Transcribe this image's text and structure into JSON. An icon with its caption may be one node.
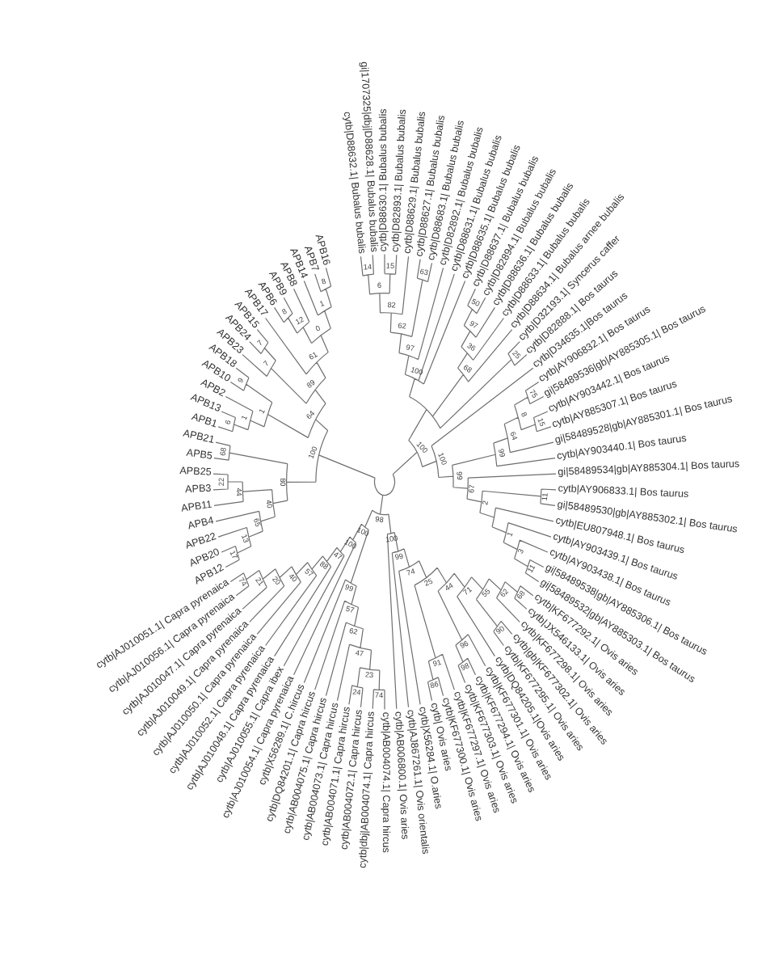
{
  "diagram": {
    "labels": [
      "APB25",
      "APB5",
      "APB21",
      "APB1",
      "APB13",
      "APB2",
      "APB10",
      "APB18",
      "APB23",
      "APB24",
      "APB15",
      "APB17",
      "APB6",
      "APB9",
      "APB8",
      "APB14",
      "APB7",
      "APB16",
      "cytb|D88632.1| Bubalus bubalis",
      "gi|1707325|dbj|D88628.1| Bubalus bubalis",
      "cytb|D88630.1| Bubalus bubalis",
      "cytb|D82893.1| Bubalus bubalis",
      "cytb|D88629.1| Bubalus bubalis",
      "cytb|D88627.1| Bubalus bubalis",
      "cytb|D88683.1| Bubalus bubalis",
      "cytb|D82892.1| Bubalus bubalis",
      "cytb|D88631.1| Bubalus bubalis",
      "cytb|D88635.1| Bubalus bubalis",
      "cytb|D88637.1| Bubalus bubalis",
      "cytb|D82894.1| Bubalus bubalis",
      "cytb|D88636.1| Bubalus bubalis",
      "cytb|D88633.1| Bubalus bubalis",
      "cytb|D88634.1| Bubalus arnee bubalis",
      "cytb|D32193.1| Syncerus caffer",
      "cytb|D82888.1| Bos taurus",
      "cytb|D34635.1|Bos taurus",
      "cytb|AY906832.1| Bos taurus",
      "gi|58489536|gb|AY885305.1| Bos taurus",
      "cytb|AY903442.1| Bos taurus",
      "cytb|AY885307.1| Bos taurus",
      "gi|58489528|gb|AY885301.1| Bos taurus",
      "cytb|AY903440.1| Bos taurus",
      "gi|58489534|gb|AY885304.1| Bos taurus",
      "APB3",
      "APB11",
      "APB4",
      "APB22",
      "APB20",
      "APB12",
      "cytb|AJ010051.1| Capra pyrenaica",
      "cytb|AJ010056.1| Capra pyrenaica",
      "cytb|AJ010047.1| Capra pyrenaica",
      "cytb|AJ010049.1| Capra pyrenaica",
      "cytb|AJ010050.1| Capra pyrenaica",
      "cytb|AJ010052.1| Capra pyrenaica",
      "cytb|AJ010048.1| Capra pyrenaica",
      "cytb|AJ010055.1| Capra ibex",
      "cytb|AJ010054.1| Capra pyrenaica",
      "cytb|X56289.1| C.hircus",
      "cytb|DQ84201.1| Capra hircus",
      "cytb|AB004075.1| Capra hircus",
      "cytb|AB004073.1| Capra hircus",
      "cytb|AB004071.1| Capra hircus",
      "cytb|AB004072.1| Capra hircus",
      "cytb|dbj|AB004074.1| Capra hircus",
      "cytb|AB004074.1| Capra hircus",
      "cytb|AB006800.1| Ovis aries",
      "cytb|AJ867261.1| Ovis orientalis",
      "cytb|X56284.1| O.aries",
      "cytb| Ovis aries",
      "cytb|KF677300.1| Ovis aries",
      "cytb|KF677297.1| Ovis aries",
      "cytb|KF677303.1| Ovis aries",
      "cytb|KF677294.1| Ovis aries",
      "cytb|KF677301.1| Ovis aries",
      "cytb|DQ84205.1|Ovis aries",
      "cytb|KF677295.1| Ovis aries",
      "cytb|gb|KF677302.1| Ovis aries",
      "cytb|KF677298.1| Ovis aries",
      "cytb|JX546133.1| Ovis aries",
      "cytb|KF677292.1| Ovis aries",
      "gi|58489532|gb|AY885303.1| Bos taurus",
      "gi|58489538|gb|AY885306.1| Bos taurus",
      "cytb|AY903438.1| Bos taurus",
      "cytb|AY903439.1| Bos taurus",
      "cytb|EU807948.1| Bos taurus",
      "gi|58489530|gb|AY885302.1| Bos taurus",
      "cytb|AY906833.1| Bos taurus",
      "68",
      "6",
      "100",
      "1",
      "1",
      "9",
      "64",
      "7",
      "7",
      "89",
      "8",
      "61",
      "12",
      "0",
      "1",
      "8",
      "14",
      "6",
      "15",
      "82",
      "62",
      "63",
      "97",
      "100",
      "50",
      "97",
      "36",
      "68",
      "25",
      "100",
      "75",
      "8",
      "100",
      "15",
      "64",
      "99",
      "99",
      "22",
      "80",
      "44",
      "40",
      "65",
      "13",
      "17",
      "74",
      "21",
      "20",
      "40",
      "57",
      "88",
      "47",
      "100",
      "100",
      "99",
      "57",
      "62",
      "47",
      "98",
      "24",
      "23",
      "74",
      "100",
      "99",
      "86",
      "91",
      "74",
      "98",
      "25",
      "96",
      "44",
      "71",
      "90",
      "55",
      "62",
      "68",
      "11",
      "3",
      "1",
      "2",
      "11",
      "67"
    ]
  }
}
